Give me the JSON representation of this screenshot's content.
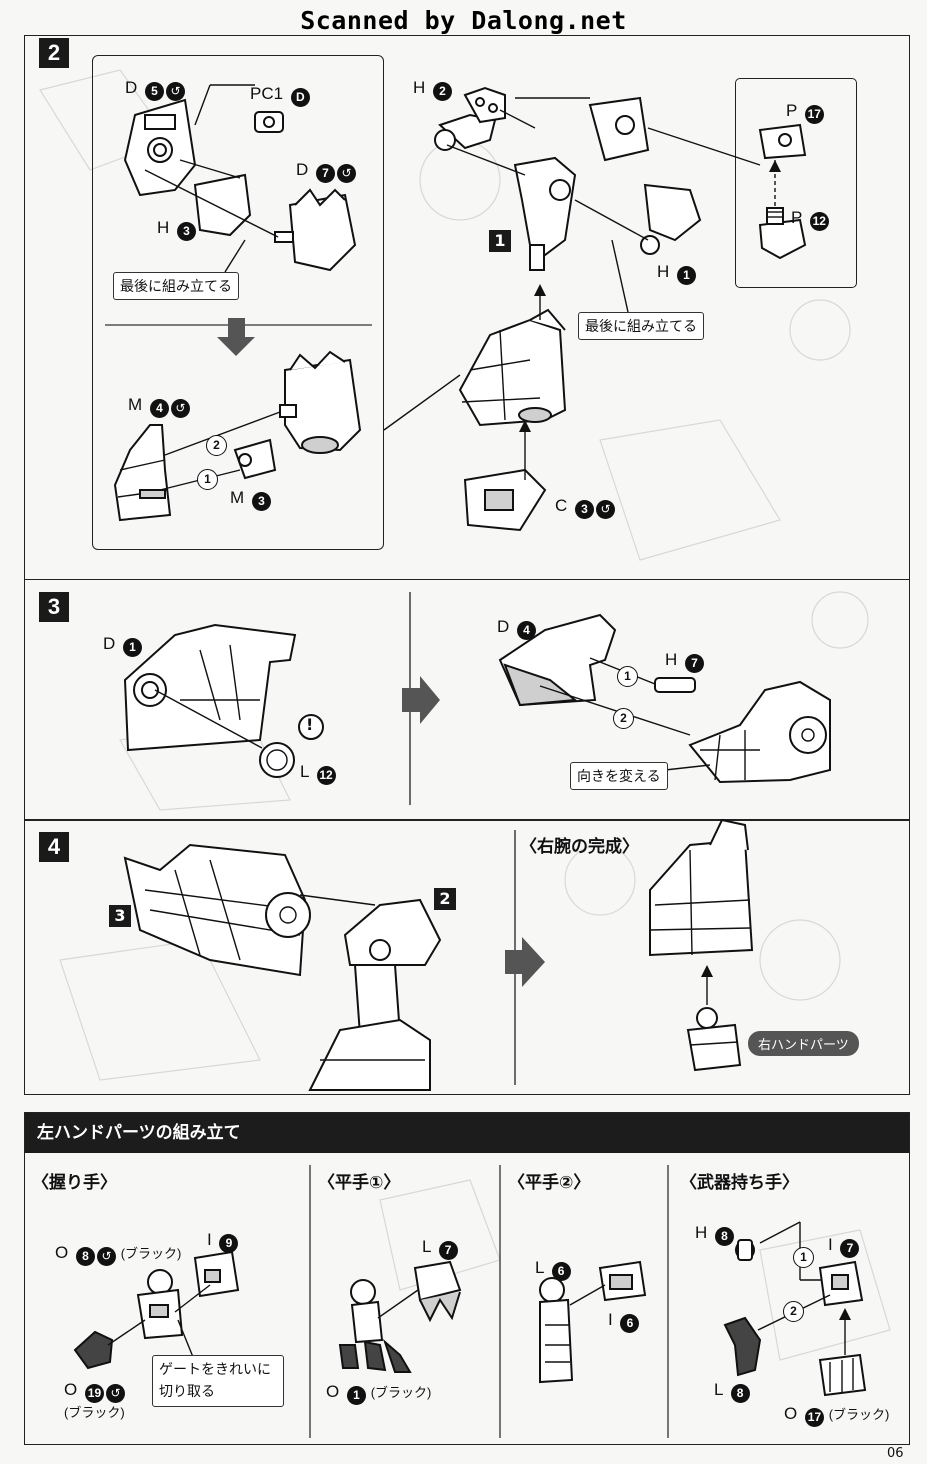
{
  "watermark": "Scanned by Dalong.net",
  "page_number": "06",
  "step2": {
    "number": "2",
    "d5": {
      "letter": "D",
      "num": "5"
    },
    "pc1": {
      "text": "PC1",
      "letter": "D"
    },
    "d7": {
      "letter": "D",
      "num": "7"
    },
    "h3": {
      "letter": "H",
      "num": "3"
    },
    "note_left": "最後に組み立てる",
    "m4": {
      "letter": "M",
      "num": "4"
    },
    "m3": {
      "letter": "M",
      "num": "3"
    },
    "order1": "1",
    "order2": "2",
    "h2": {
      "letter": "H",
      "num": "2"
    },
    "sub1": "1",
    "h1": {
      "letter": "H",
      "num": "1"
    },
    "note_right": "最後に組み立てる",
    "p17": {
      "letter": "P",
      "num": "17"
    },
    "p12": {
      "letter": "P",
      "num": "12"
    },
    "c3": {
      "letter": "C",
      "num": "3"
    }
  },
  "step3": {
    "number": "3",
    "d1": {
      "letter": "D",
      "num": "1"
    },
    "l12": {
      "letter": "L",
      "num": "12"
    },
    "caution": "!",
    "d4": {
      "letter": "D",
      "num": "4"
    },
    "h7": {
      "letter": "H",
      "num": "7"
    },
    "order1": "1",
    "order2": "2",
    "note": "向きを変える"
  },
  "step4": {
    "number": "4",
    "sub3": "3",
    "sub2": "2",
    "complete_title": "〈右腕の完成〉",
    "hand_pill": "右ハンドパーツ"
  },
  "left_hand": {
    "banner": "左ハンドパーツの組み立て",
    "grip": {
      "title": "〈握り手〉",
      "o8": {
        "letter": "O",
        "num": "8",
        "note": "(ブラック)"
      },
      "i9": {
        "letter": "I",
        "num": "9"
      },
      "o19": {
        "letter": "O",
        "num": "19",
        "note": "(ブラック)"
      },
      "gate_note": "ゲートをきれいに 切り取る"
    },
    "flat1": {
      "title": "〈平手①〉",
      "l7": {
        "letter": "L",
        "num": "7"
      },
      "o1": {
        "letter": "O",
        "num": "1",
        "note": "(ブラック)"
      }
    },
    "flat2": {
      "title": "〈平手②〉",
      "l6": {
        "letter": "L",
        "num": "6"
      },
      "i6": {
        "letter": "I",
        "num": "6"
      }
    },
    "weapon": {
      "title": "〈武器持ち手〉",
      "h8": {
        "letter": "H",
        "num": "8"
      },
      "i7": {
        "letter": "I",
        "num": "7"
      },
      "l8": {
        "letter": "L",
        "num": "8"
      },
      "o17": {
        "letter": "O",
        "num": "17",
        "note": "(ブラック)"
      },
      "order1": "1",
      "order2": "2"
    }
  }
}
